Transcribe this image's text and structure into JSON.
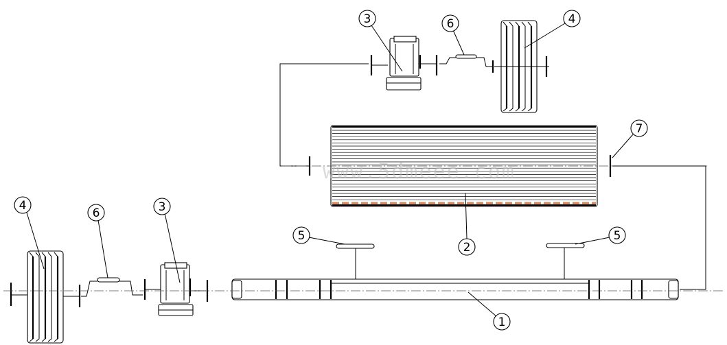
{
  "callouts": {
    "c1": "1",
    "c2": "2",
    "c3a": "3",
    "c3b": "3",
    "c4a": "4",
    "c4b": "4",
    "c5a": "5",
    "c5b": "5",
    "c6a": "6",
    "c6b": "6",
    "c7": "7"
  },
  "watermark": "www.5dmeee.com",
  "colors": {
    "line": "#000000",
    "roller_stripe": "#d98a5a"
  }
}
